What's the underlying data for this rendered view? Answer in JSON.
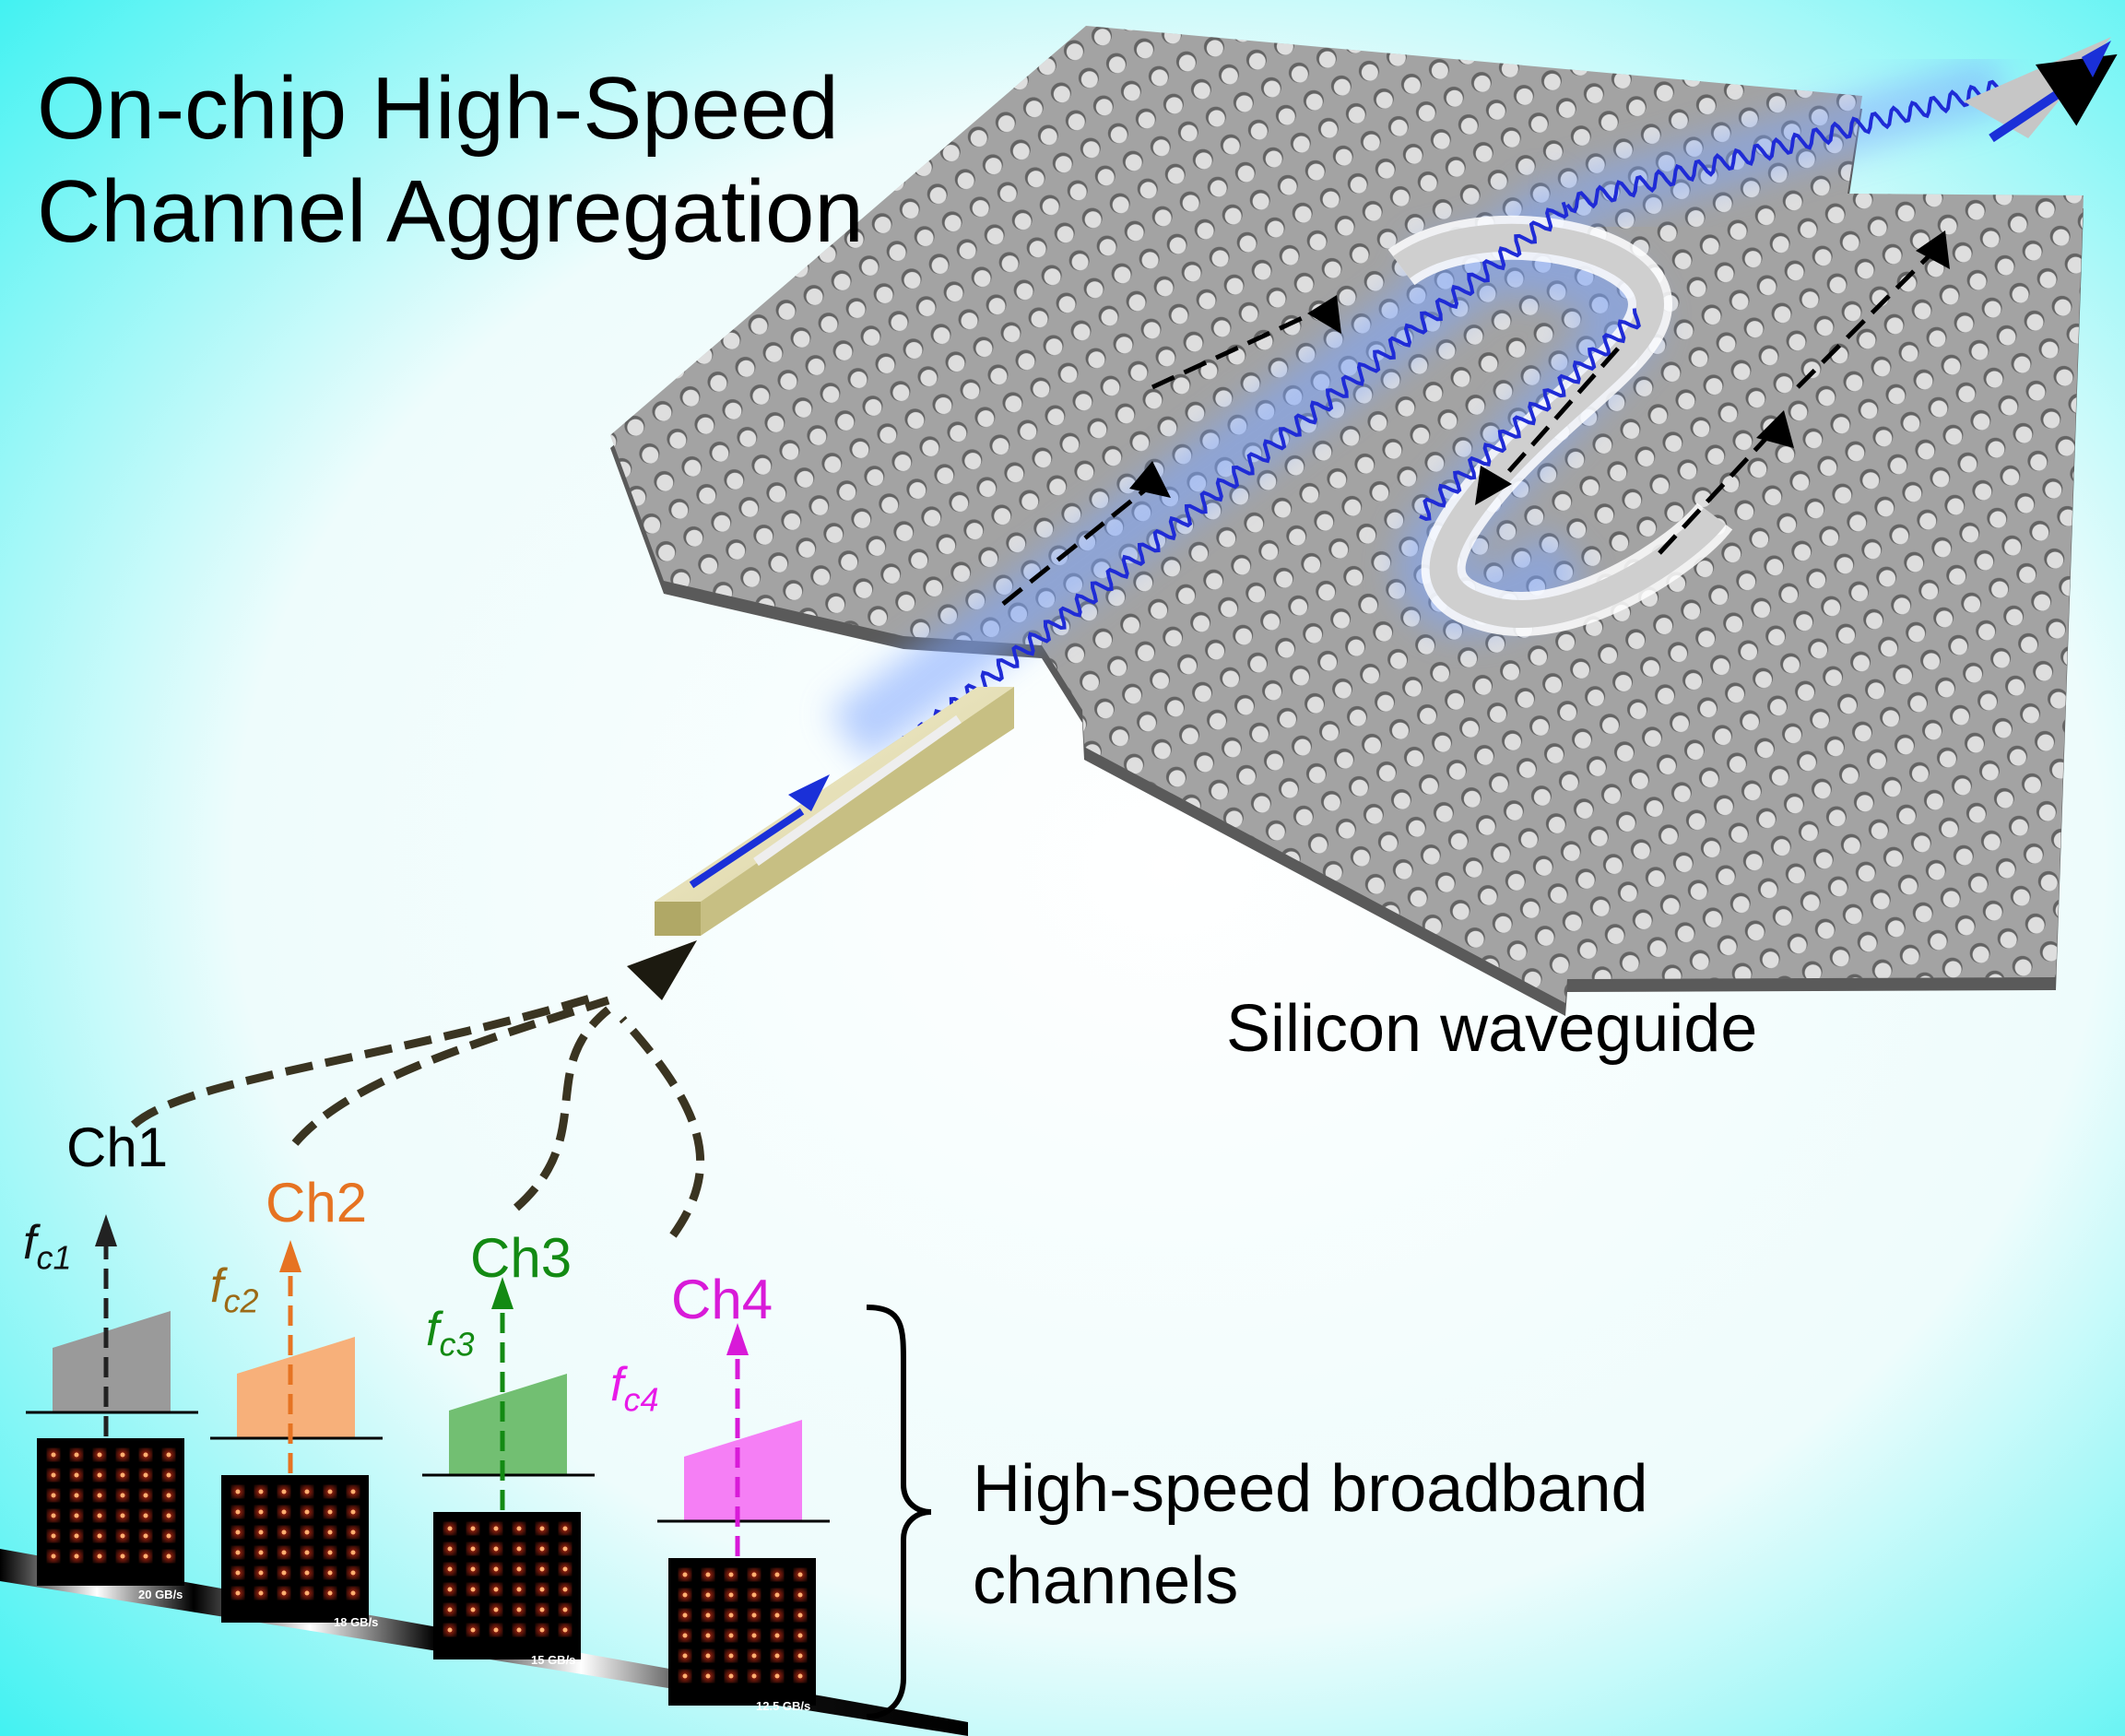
{
  "title": [
    "On-chip High-Speed",
    "Channel Aggregation"
  ],
  "labels": {
    "waveguide": "Silicon waveguide",
    "channels": [
      "High-speed broadband",
      "channels"
    ]
  },
  "channels": [
    {
      "name": "Ch1",
      "fc": "f",
      "fc_sub": "c1",
      "rate": "20 GB/s",
      "color": "#222222",
      "fill": "#9a9a9a"
    },
    {
      "name": "Ch2",
      "fc": "f",
      "fc_sub": "c2",
      "rate": "18 GB/s",
      "color": "#e67322",
      "fill": "#f7b07a"
    },
    {
      "name": "Ch3",
      "fc": "f",
      "fc_sub": "c3",
      "rate": "15 GB/s",
      "color": "#138a13",
      "fill": "#72bf72"
    },
    {
      "name": "Ch4",
      "fc": "f",
      "fc_sub": "c4",
      "rate": "12.5 GB/s",
      "color": "#d81ad8",
      "fill": "#f57ff5"
    }
  ],
  "colors": {
    "background_edge": "#22f0f0",
    "chip": "#9e9e9e",
    "light": "#1f2bd6",
    "glow": "#7ea6ff"
  }
}
